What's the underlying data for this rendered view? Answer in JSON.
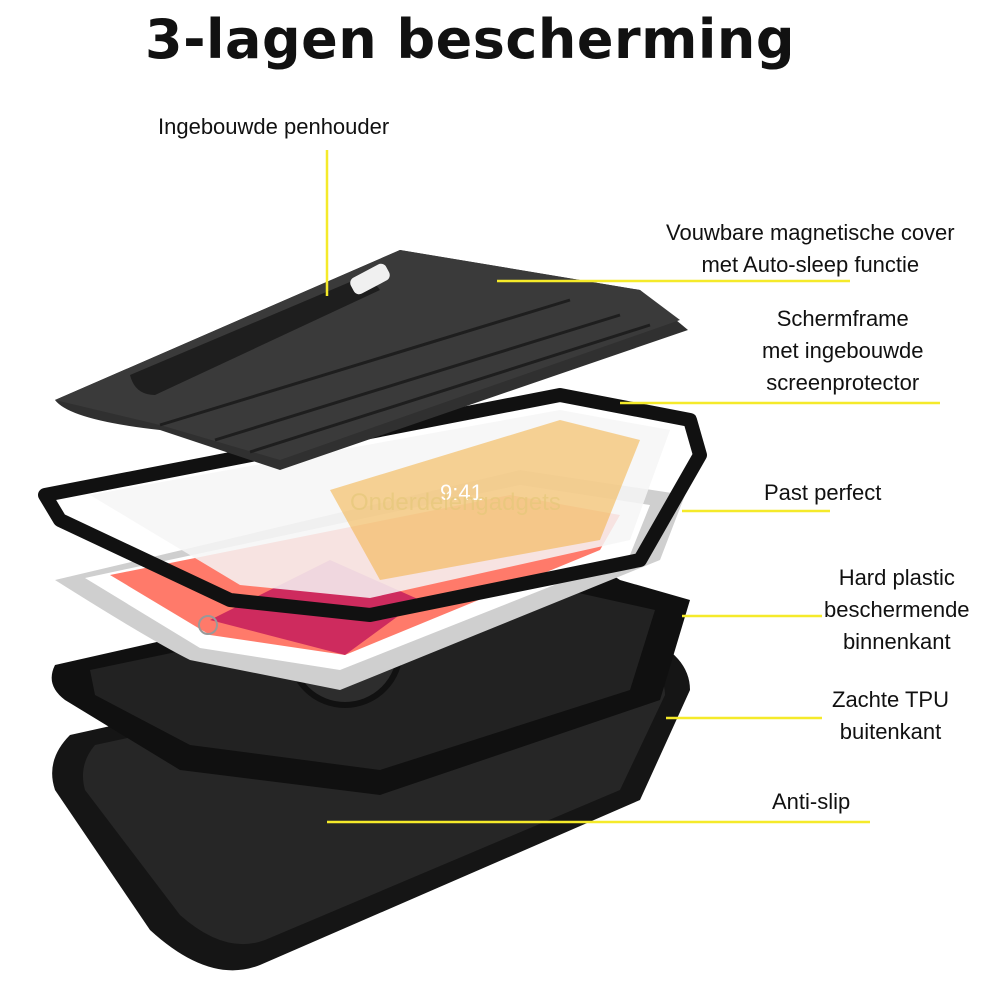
{
  "title": "3-lagen bescherming",
  "labels": {
    "pen_holder": "Ingebouwde penhouder",
    "cover_line1": "Vouwbare magnetische cover",
    "cover_line2": "met Auto-sleep functie",
    "frame_line1": "Schermframe",
    "frame_line2": "met ingebouwde",
    "frame_line3": "screenprotector",
    "fit": "Past perfect",
    "hard_line1": "Hard plastic",
    "hard_line2": "beschermende",
    "hard_line3": "binnenkant",
    "tpu_line1": "Zachte TPU",
    "tpu_line2": "buitenkant",
    "antislip": "Anti-slip"
  },
  "screen_time": "9:41",
  "watermark": "Onderdelengadgets",
  "colors": {
    "leader": "#f5ea2a",
    "case": "#1a1a1a",
    "cover": "#2b2b2b",
    "tablet_silver": "#d9d9d9"
  }
}
